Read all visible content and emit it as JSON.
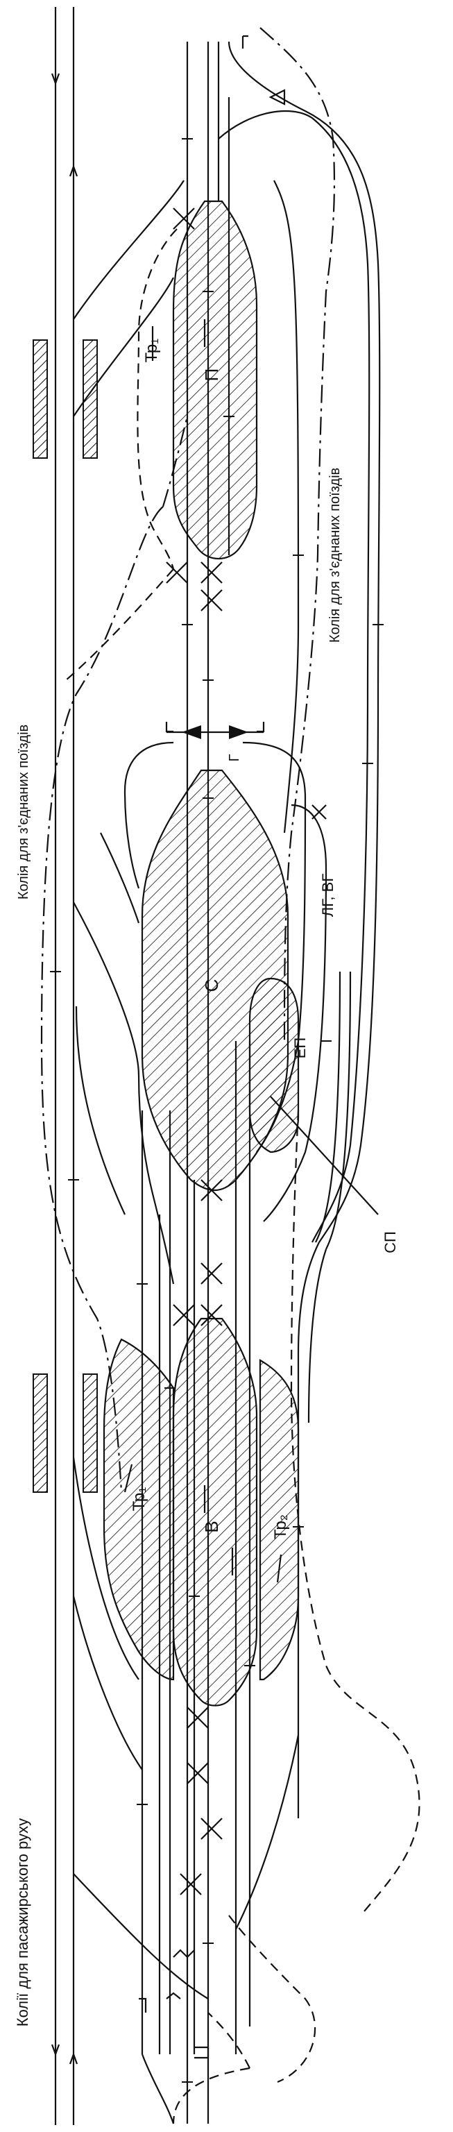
{
  "labels": {
    "passenger_tracks": "Колії для пасажирського руху",
    "joined_trains_left": "Колія для з'єднаних поїздів",
    "joined_trains_right": "Колія для з'єднаних поїздів",
    "yard_p": "П",
    "yard_s": "С",
    "yard_v": "В",
    "tr1_top": "Тр₁",
    "tr1_bottom": "Тр₁",
    "tr2": "Тр₂",
    "lg_vg": "ЛГ, ВГ",
    "ep": "ЕП",
    "sp": "СП",
    "hump_g": "Г"
  },
  "colors": {
    "line": "#111111",
    "background": "#ffffff"
  }
}
